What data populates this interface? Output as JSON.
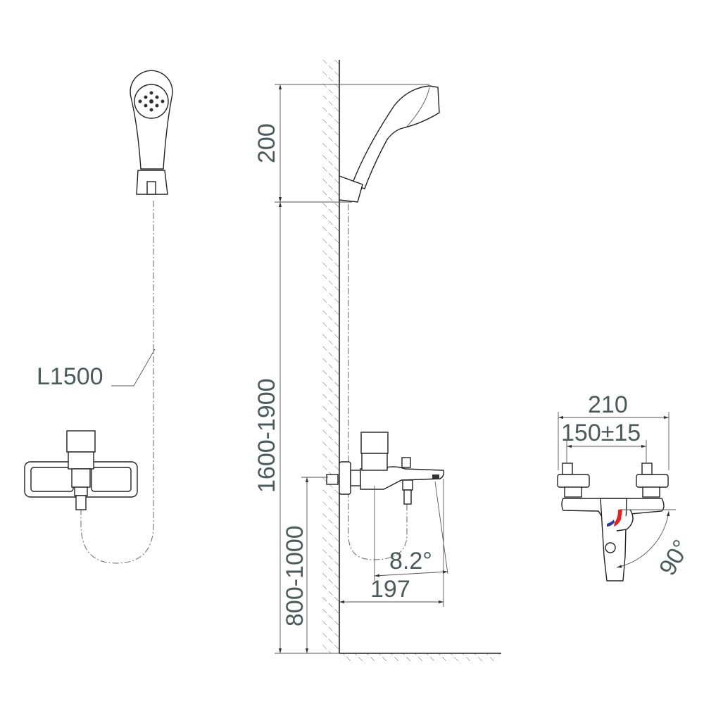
{
  "labels": {
    "hose_length": "L1500",
    "shower_height_above_holder": "200",
    "holder_height": "1600-1900",
    "mixer_height": "800-1000",
    "spout_projection": "197",
    "spout_angle": "8.2°",
    "overall_width": "210",
    "inlet_centers": "150±15",
    "lever_rotation": "90°"
  },
  "colors": {
    "dimension_text": "#4b5b5b",
    "hot_indicator": "#e8231f",
    "cold_indicator": "#2a3fa0"
  }
}
